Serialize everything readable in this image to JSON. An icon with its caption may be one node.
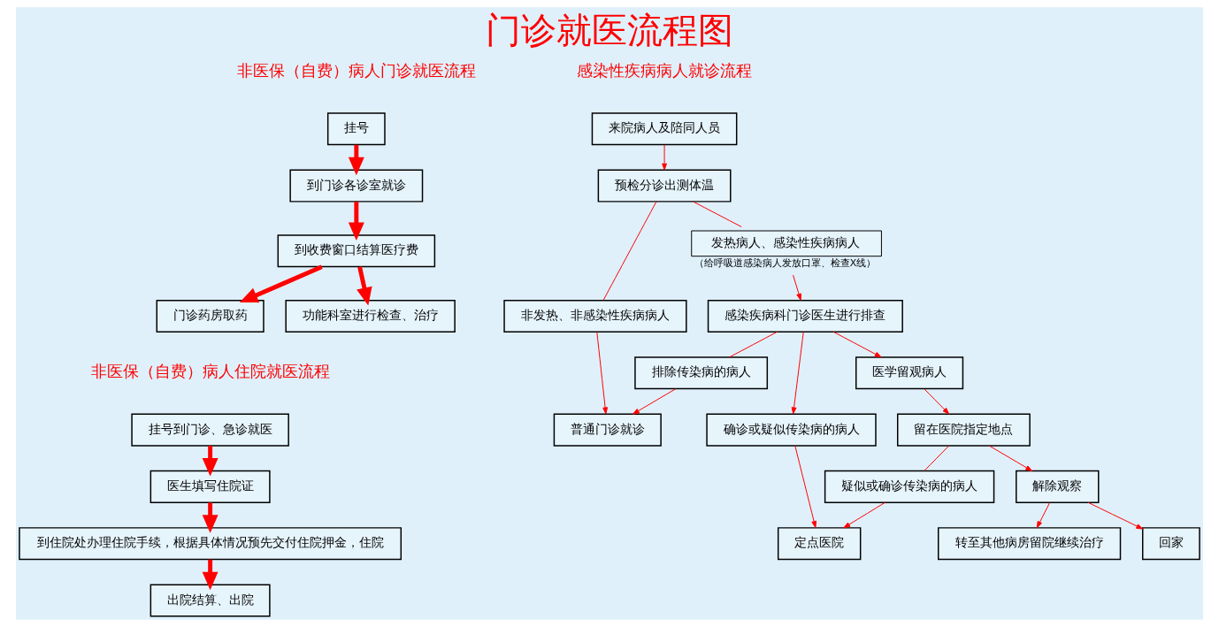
{
  "diagram": {
    "title": "门诊就医流程图",
    "nodes": [
      {
        "text": [
          "挂号"
        ]
      },
      {
        "text": [
          "到门诊各诊室就诊"
        ]
      },
      {
        "text": [
          "到收费窗口结算医疗费"
        ]
      },
      {
        "text": [
          "门诊药房取药"
        ]
      },
      {
        "text": [
          "功能科室进行检查、治疗"
        ]
      },
      {
        "text": [
          "挂号到门诊、急诊就医"
        ]
      },
      {
        "text": [
          "医生填写住院证"
        ]
      },
      {
        "text": [
          "到住院处办理住院手续，根据具体情况预先交付住院押金，住院"
        ]
      },
      {
        "text": [
          "出院结算、出院"
        ]
      },
      {
        "text": [
          "来院病人及陪同人员"
        ]
      },
      {
        "text": [
          "预检分诊出测体温"
        ]
      },
      {
        "text": [
          "非发热、非感染性疾病病人"
        ]
      },
      {
        "text": [
          "发热病人、感染性疾病病人"
        ],
        "beside": [
          "（给呼吸道感染病人发放口罩、检查X线）"
        ]
      },
      {
        "text": [
          "普通门诊就诊"
        ]
      },
      {
        "text": [
          "感染疾病科门诊医生进行排查"
        ]
      },
      {
        "text": [
          "排除传染病的病人"
        ]
      },
      {
        "text": [
          "医学留观病人"
        ]
      },
      {
        "text": [
          "确诊或疑似传染病的病人"
        ]
      },
      {
        "text": [
          "留在医院指定地点"
        ]
      },
      {
        "text": [
          "定点医院"
        ]
      },
      {
        "text": [
          "疑似或确诊传染病的病人"
        ]
      },
      {
        "text": [
          "解除观察"
        ]
      },
      {
        "text": [
          "转至其他病房留院继续治疗"
        ]
      },
      {
        "text": [
          "回家"
        ]
      }
    ],
    "edges": [
      {
        "from": 0,
        "to": 1,
        "arrow": "to",
        "style": "thick"
      },
      {
        "from": 1,
        "to": 2,
        "arrow": "to",
        "style": "thick"
      },
      {
        "from": 2,
        "to": 3,
        "arrow": "to",
        "style": "thick"
      },
      {
        "from": 2,
        "to": 4,
        "arrow": "to",
        "style": "thick"
      },
      {
        "from": 5,
        "to": 6,
        "arrow": "to",
        "style": "thick"
      },
      {
        "from": 6,
        "to": 7,
        "arrow": "to",
        "style": "thick"
      },
      {
        "from": 7,
        "to": 8,
        "arrow": "to",
        "style": "thick"
      },
      {
        "from": 9,
        "to": 10,
        "arrow": "to"
      },
      {
        "from": 10,
        "to": 11,
        "arrow": "none"
      },
      {
        "from": 10,
        "to": 12,
        "arrow": "none"
      },
      {
        "from": 11,
        "to": 13,
        "arrow": "to"
      },
      {
        "from": 12,
        "to": 14,
        "arrow": "to"
      },
      {
        "from": 14,
        "to": 15,
        "arrow": "none"
      },
      {
        "from": 14,
        "to": 16,
        "arrow": "to"
      },
      {
        "from": 14,
        "to": 17,
        "arrow": "to"
      },
      {
        "from": 15,
        "to": 13,
        "arrow": "to"
      },
      {
        "from": 17,
        "to": 19,
        "arrow": "to"
      },
      {
        "from": 16,
        "to": 18,
        "arrow": "to"
      },
      {
        "from": 18,
        "to": 20,
        "arrow": "none"
      },
      {
        "from": 20,
        "to": 19,
        "arrow": "to"
      },
      {
        "from": 18,
        "to": 21,
        "arrow": "to"
      },
      {
        "from": 21,
        "to": 22,
        "arrow": "to"
      },
      {
        "from": 21,
        "to": 23,
        "arrow": "to"
      }
    ],
    "labels": [
      "非医保（自费）病人门诊就医流程",
      "非医保（自费）病人住院就医流程",
      "感染性疾病病人就诊流程"
    ]
  }
}
